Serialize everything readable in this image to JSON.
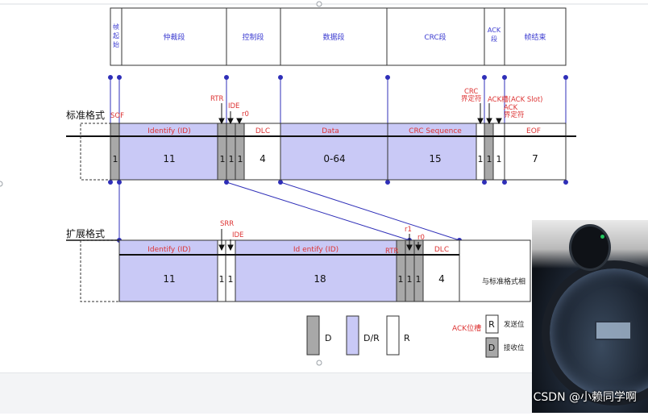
{
  "top_fields": [
    "帧起始",
    "仲裁段",
    "控制段",
    "数据段",
    "CRC段",
    "ACK段",
    "帧结束"
  ],
  "standard": {
    "title": "标准格式",
    "sof": "SOF",
    "rtr": "RTR",
    "ide": "IDE",
    "r0": "r0",
    "crc_delim": "CRC\n界定符",
    "ack_slot": "ACK槽(ACK Slot)",
    "ack_delim": "ACK\n界定符",
    "headers": {
      "identify": "Identify (ID)",
      "dlc": "DLC",
      "data": "Data",
      "crc": "CRC Sequence",
      "eof": "EOF"
    },
    "values": {
      "sof": "1",
      "id": "11",
      "rtr": "1",
      "ide": "1",
      "r0": "1",
      "dlc": "4",
      "data": "0-64",
      "crc": "15",
      "crc_delim": "1",
      "ack_slot": "1",
      "ack_delim": "1",
      "eof": "7"
    }
  },
  "extended": {
    "title": "扩展格式",
    "srr": "SRR",
    "ide": "IDE",
    "rtr": "RTR",
    "r1": "r1",
    "r0": "r0",
    "headers": {
      "identify1": "Identify (ID)",
      "identify2": "Id entify (ID)",
      "dlc": "DLC"
    },
    "values": {
      "id1": "11",
      "srr": "1",
      "ide": "1",
      "id2": "18",
      "rtr": "1",
      "r1": "1",
      "r0": "1",
      "dlc": "4"
    },
    "note": "与标准格式相"
  },
  "legend": {
    "d": "D",
    "dr": "D/R",
    "r": "R",
    "ack_title": "ACK位槽",
    "send": "发送位",
    "recv": "接收位",
    "send_key": "R",
    "recv_key": "D"
  },
  "colors": {
    "dominant": "#a8a8a8",
    "dr": "#c9c9f6",
    "recessive": "#ffffff",
    "line": "#2f2fb8",
    "annotation": "#dd3333"
  },
  "watermark": "CSDN @小赖同学啊"
}
